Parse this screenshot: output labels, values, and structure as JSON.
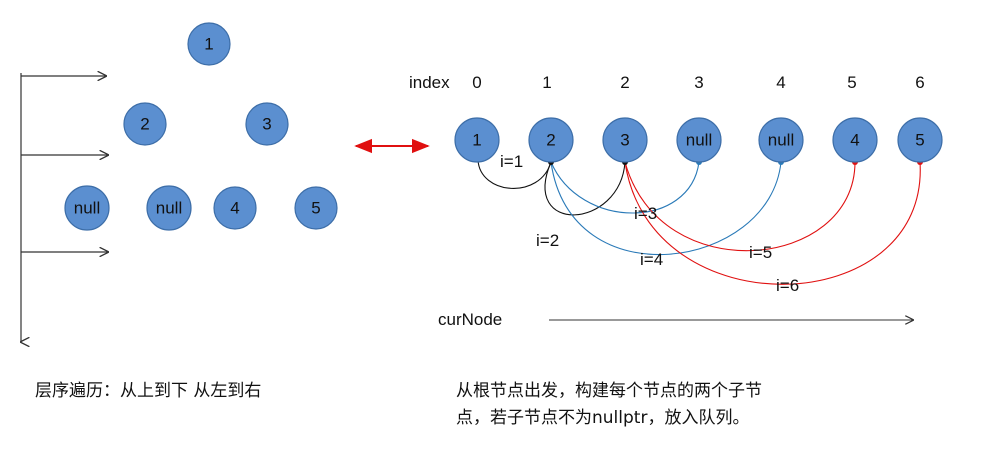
{
  "tree": {
    "level0": [
      "1"
    ],
    "level1": [
      "2",
      "3"
    ],
    "level2": [
      "null",
      "null",
      "4",
      "5"
    ]
  },
  "array": {
    "header_label": "index",
    "indices": [
      "0",
      "1",
      "2",
      "3",
      "4",
      "5",
      "6"
    ],
    "values": [
      "1",
      "2",
      "3",
      "null",
      "null",
      "4",
      "5"
    ]
  },
  "arcs": [
    {
      "label": "i=1",
      "color": "#111111"
    },
    {
      "label": "i=2",
      "color": "#111111"
    },
    {
      "label": "i=3",
      "color": "#2a7ab8"
    },
    {
      "label": "i=4",
      "color": "#2a7ab8"
    },
    {
      "label": "i=5",
      "color": "#e01010"
    },
    {
      "label": "i=6",
      "color": "#e01010"
    }
  ],
  "curnode_label": "curNode",
  "caption_left": "层序遍历：从上到下 从左到右",
  "caption_right_line1": "从根节点出发，构建每个节点的两个子节",
  "caption_right_line2": "点，若子节点不为nullptr，放入队列。",
  "colors": {
    "node_fill": "#5b8fd0",
    "double_arrow": "#e01010"
  }
}
